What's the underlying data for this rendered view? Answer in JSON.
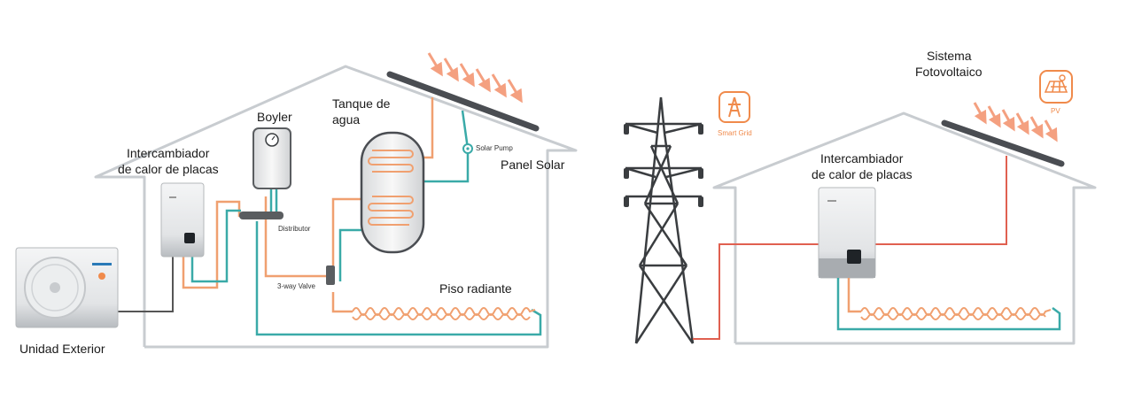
{
  "left_diagram": {
    "outdoor_unit": "Unidad Exterior",
    "heat_exchanger": [
      "Intercambiador",
      "de calor de placas"
    ],
    "boiler": "Boyler",
    "tank": [
      "Tanque de",
      "agua"
    ],
    "solar_pump": "Solar Pump",
    "solar_panel": "Panel Solar",
    "distributor": "Distributor",
    "valve": "3-way Valve",
    "floor_heating": "Piso radiante"
  },
  "right_diagram": {
    "smart_grid": "Smart Grid",
    "pv_system": [
      "Sistema",
      "Fotovoltaico"
    ],
    "pv_badge": "PV",
    "heat_exchanger": [
      "Intercambiador",
      "de calor de placas"
    ]
  },
  "colors": {
    "house_outline": "#c8ccd0",
    "hot_pipe": "#f0a070",
    "cold_pipe": "#3aaaa8",
    "grid_line": "#e06050",
    "sun_arrows": "#f4a080",
    "panel": "#4a4d52",
    "accent_orange": "#f08a4b"
  }
}
